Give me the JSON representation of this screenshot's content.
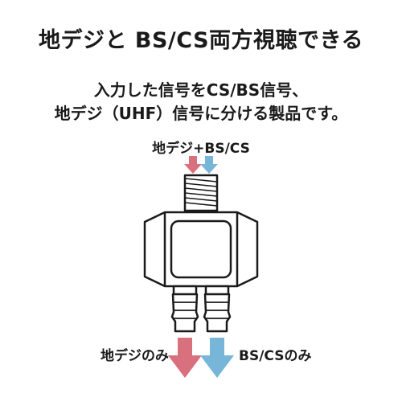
{
  "headline": "地デジと BS/CS両方視聴できる",
  "description": {
    "line1": "入力した信号をCS/BS信号、",
    "line2": "地デジ（UHF）信号に分ける製品です。"
  },
  "diagram": {
    "input_label": "地デジ+BS/CS",
    "output_left_label": "地デジのみ",
    "output_right_label": "BS/CSのみ"
  },
  "colors": {
    "uhf_arrow": "#d9707d",
    "bscs_arrow": "#77b6d8",
    "device_stroke": "#1a1a1a"
  }
}
